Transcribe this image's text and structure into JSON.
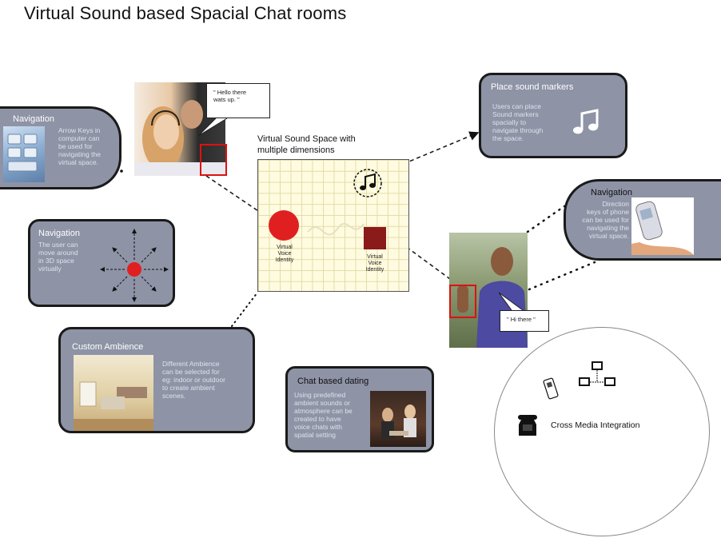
{
  "title": "Virtual Sound based Spacial Chat rooms",
  "center": {
    "title_line1": "Virtual Sound Space with",
    "title_line2": "multiple dimensions",
    "voice_left": "Virtual\nVoice\nIdentity",
    "voice_right": "Virtual\nVoice\nIdentity"
  },
  "panels": {
    "nav_keyboard": {
      "title": "Navigation",
      "text": "Arrow  Keys in\ncomputer can\nbe used for\nnavigating the\nvirtual space."
    },
    "nav_3d": {
      "title": "Navigation",
      "text": "The user can\nmove around\nin 3D space\nvirtually"
    },
    "place_markers": {
      "title": "Place sound markers",
      "text": "Users can place\nSound markers\nspacially to\nnavigate through\nthe space."
    },
    "nav_phone": {
      "title": "Navigation",
      "text": "Direction\nkeys of phone\ncan be used for\nnavigating the\nvirtual space."
    },
    "custom_ambience": {
      "title": "Custom Ambience",
      "text": "Different Ambience\ncan be selected for\neg: indoor or outdoor\nto create ambient\nscenes."
    },
    "chat_dating": {
      "title": "Chat based dating",
      "text": "Using predefined\nambient sounds or\natmosphere can be\ncreated to have\nvoice chats with\nspatial setting"
    }
  },
  "bubbles": {
    "hello": "\" Hello there\nwats up. \"",
    "hi": "\" Hi there \""
  },
  "cross_media": {
    "label": "Cross Media Integration"
  },
  "colors": {
    "panel_fill": "#8e93a6",
    "accent_red": "#e02020",
    "dark_red": "#8b1a1a",
    "grid_bg": "#fffbe0"
  },
  "icons": [
    "music-note-icon",
    "phone-icon",
    "mobile-phone-icon",
    "network-computers-icon",
    "arrows-icon"
  ]
}
